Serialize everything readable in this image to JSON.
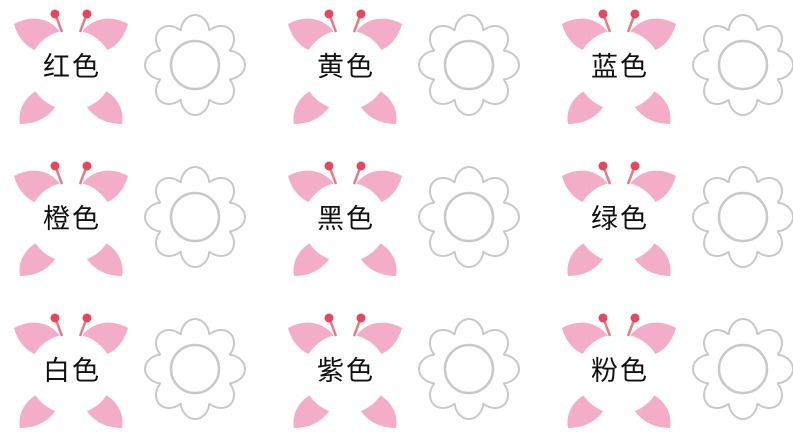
{
  "items": [
    {
      "label": "红色"
    },
    {
      "label": "黄色"
    },
    {
      "label": "蓝色"
    },
    {
      "label": "橙色"
    },
    {
      "label": "黑色"
    },
    {
      "label": "绿色"
    },
    {
      "label": "白色"
    },
    {
      "label": "紫色"
    },
    {
      "label": "粉色"
    }
  ],
  "colors": {
    "wing": "#f4adc8",
    "body": "#ffffff",
    "antenna_tip": "#e7475e",
    "antenna_line": "#e57b88",
    "flower_stroke": "#c8c8c8"
  }
}
